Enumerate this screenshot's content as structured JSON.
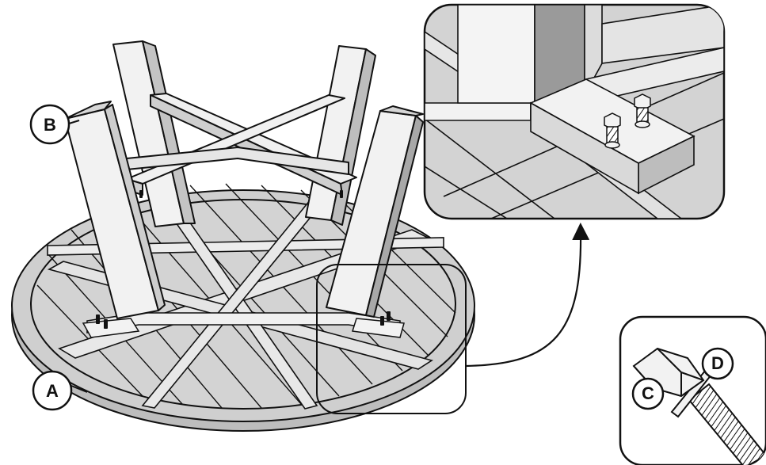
{
  "labels": {
    "a": "A",
    "b": "B",
    "c": "C",
    "d": "D"
  },
  "colors": {
    "stroke": "#111111",
    "top_surface": "#d3d3d3",
    "top_slat": "#c6c6c6",
    "rim": "#bdbdbd",
    "wood_light": "#f2f2f2",
    "wood_mid": "#d9d9d9",
    "wood_dark": "#a8a8a8",
    "background": "#ffffff"
  },
  "icons": {
    "bolt": "hex-bolt-icon",
    "washer": "washer-icon",
    "arrow": "callout-arrow-icon"
  }
}
